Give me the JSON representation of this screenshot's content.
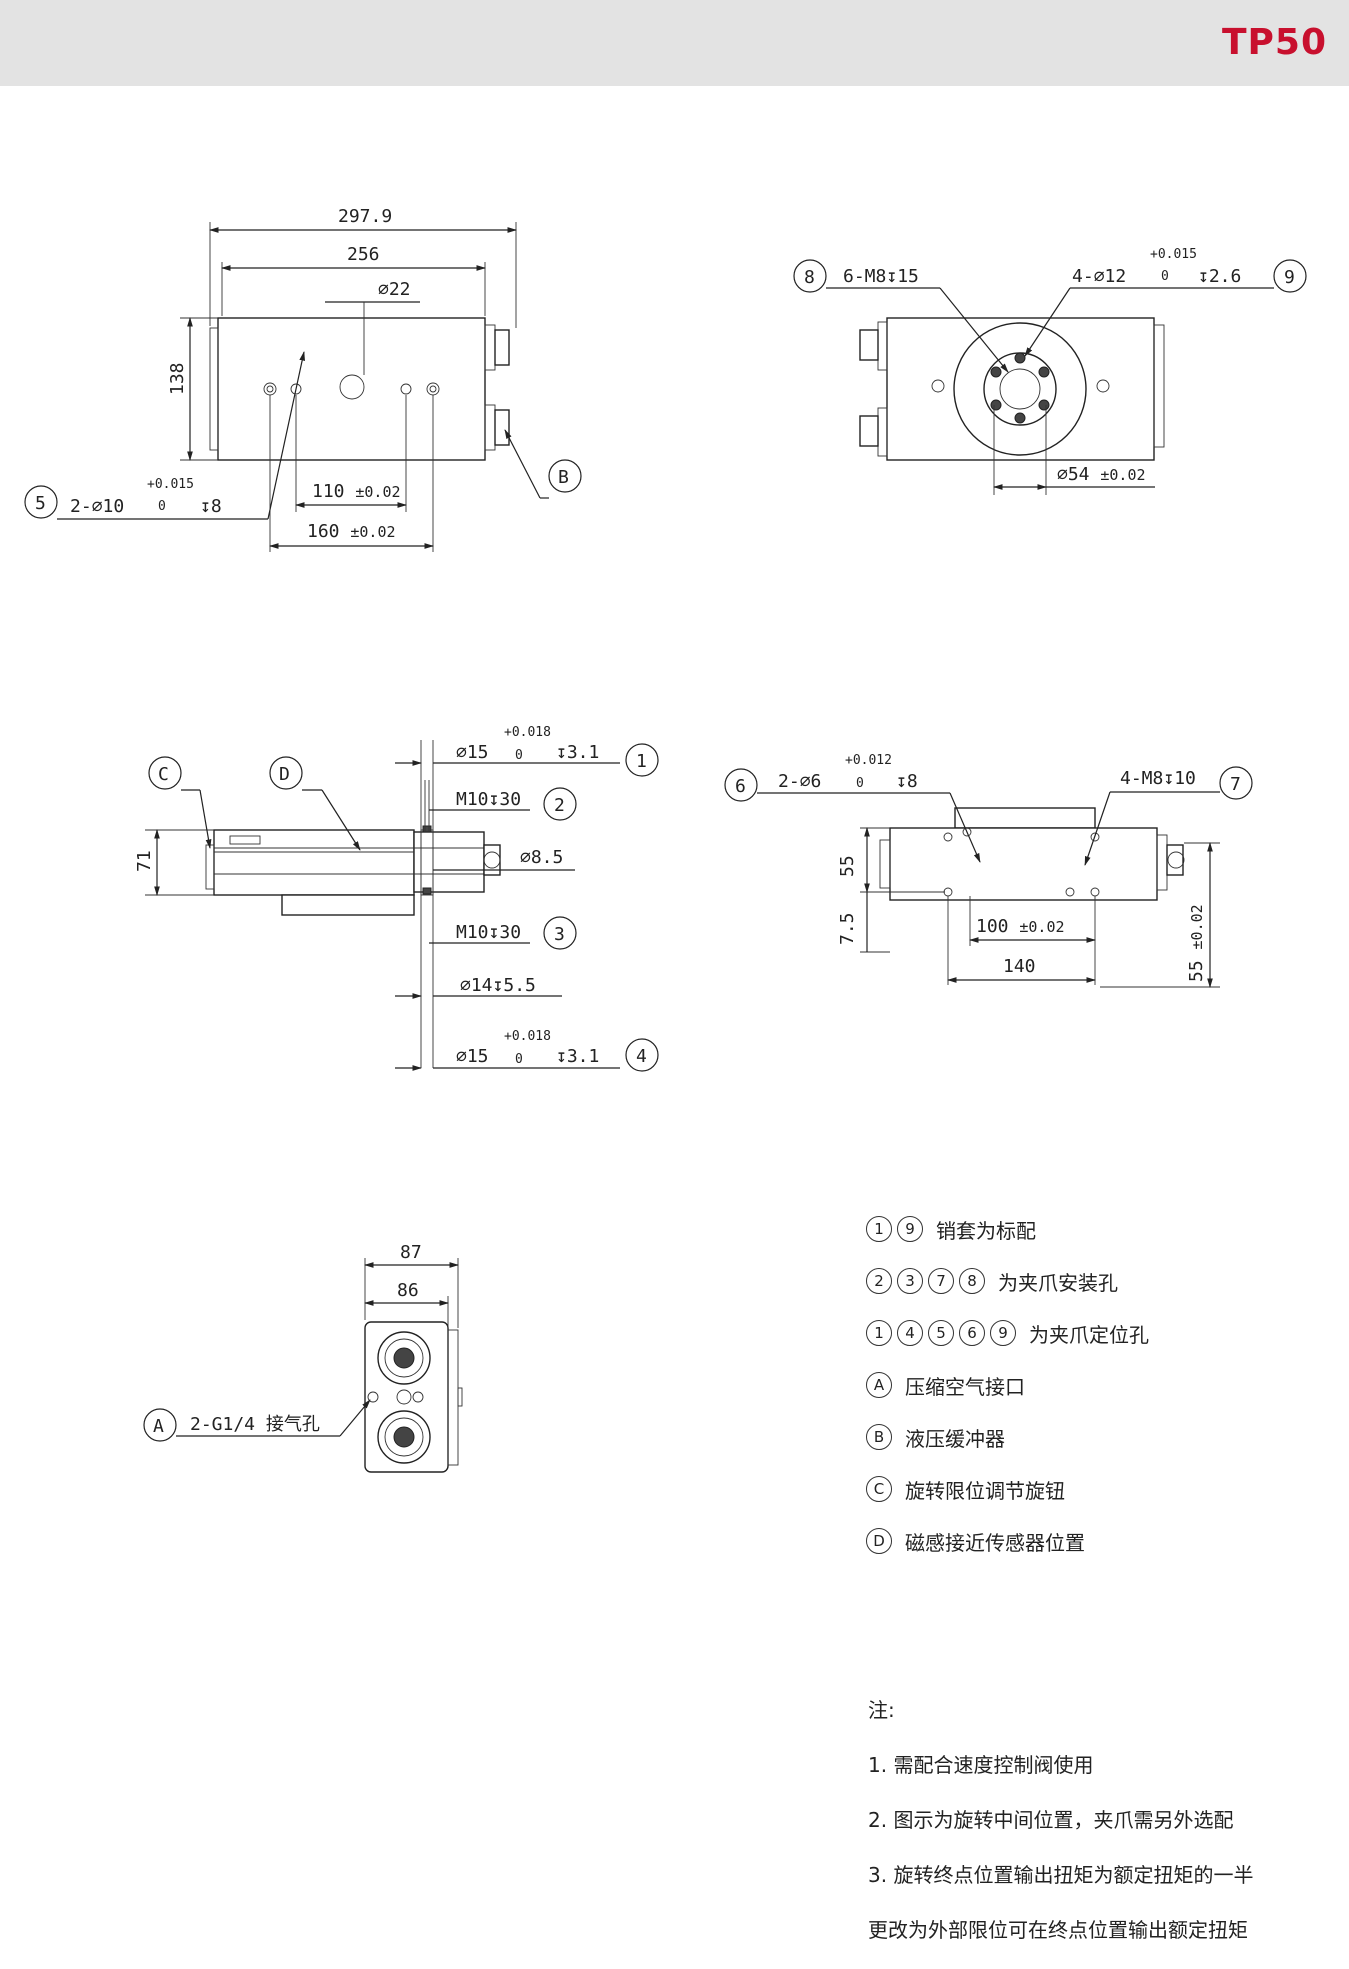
{
  "header": {
    "model": "TP50"
  },
  "views": {
    "top": {
      "dims": {
        "overall_length": "297.9",
        "body_length": "256",
        "center_hole": "22",
        "height": "138",
        "pitch_small": "110",
        "pitch_large": "160",
        "tol": "±0.02"
      },
      "callout5": {
        "num": "5",
        "text_a": "2-",
        "dia": "10",
        "tol_up": "+0.015",
        "tol_low": "0",
        "depth": "8"
      },
      "calloutB": "B"
    },
    "end": {
      "callout8": {
        "num": "8",
        "text": "6-M8",
        "depth": "15"
      },
      "callout9": {
        "num": "9",
        "text_a": "4-",
        "dia": "12",
        "tol_up": "+0.015",
        "tol_low": "0",
        "depth": "2.6"
      },
      "flange_dia": "54",
      "tol": "±0.02"
    },
    "side": {
      "calloutC": "C",
      "calloutD": "D",
      "height": "71",
      "c1": {
        "num": "1",
        "dia": "15",
        "tol_up": "+0.018",
        "tol_low": "0",
        "depth": "3.1"
      },
      "c2": {
        "num": "2",
        "text": "M10",
        "depth": "30"
      },
      "mid_dia": "8.5",
      "c3": {
        "num": "3",
        "text": "M10",
        "depth": "30"
      },
      "small_dia": {
        "dia": "14",
        "depth": "5.5"
      },
      "c4": {
        "num": "4",
        "dia": "15",
        "tol_up": "+0.018",
        "tol_low": "0",
        "depth": "3.1"
      }
    },
    "bottom": {
      "c6": {
        "num": "6",
        "text_a": "2-",
        "dia": "6",
        "tol_up": "+0.012",
        "tol_low": "0",
        "depth": "8"
      },
      "c7": {
        "num": "7",
        "text": "4-M8",
        "depth": "10"
      },
      "h55": "55",
      "h75": "7.5",
      "pitch": "100",
      "tol": "±0.02",
      "width": "140",
      "right_h": "55"
    },
    "port": {
      "w87": "87",
      "w86": "86",
      "calloutA": {
        "num": "A",
        "text": "2-G1/4 接气孔"
      }
    }
  },
  "legend": [
    {
      "nums": [
        "1",
        "9"
      ],
      "text": "销套为标配"
    },
    {
      "nums": [
        "2",
        "3",
        "7",
        "8"
      ],
      "text": "为夹爪安装孔"
    },
    {
      "nums": [
        "1",
        "4",
        "5",
        "6",
        "9"
      ],
      "text": "为夹爪定位孔"
    },
    {
      "nums": [
        "A"
      ],
      "text": "压缩空气接口"
    },
    {
      "nums": [
        "B"
      ],
      "text": "液压缓冲器"
    },
    {
      "nums": [
        "C"
      ],
      "text": "旋转限位调节旋钮"
    },
    {
      "nums": [
        "D"
      ],
      "text": "磁感接近传感器位置"
    }
  ],
  "notes": {
    "title": "注:",
    "lines": [
      "1. 需配合速度控制阀使用",
      "2. 图示为旋转中间位置，夹爪需另外选配",
      "3. 旋转终点位置输出扭矩为额定扭矩的一半",
      "更改为外部限位可在终点位置输出额定扭矩"
    ]
  }
}
